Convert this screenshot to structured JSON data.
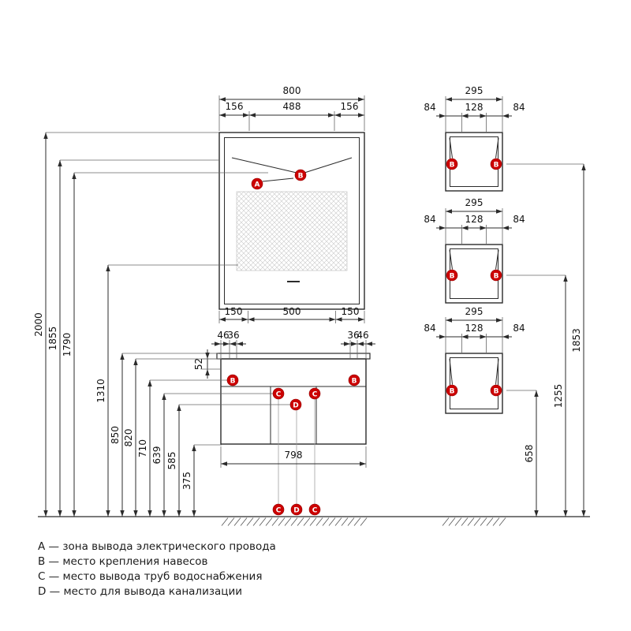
{
  "legend": [
    "A — зона вывода электрического провода",
    "B — место крепления навесов",
    "C — место вывода труб водоснабжения",
    "D — место для вывода канализации"
  ],
  "marker_letters": {
    "a": "A",
    "b": "B",
    "c": "C",
    "d": "D"
  },
  "dims": {
    "mirror_width": "800",
    "mirror_top": [
      "156",
      "488",
      "156"
    ],
    "mirror_bottom": [
      "150",
      "500",
      "150"
    ],
    "cabinet_top": [
      "46",
      "36",
      "36",
      "46"
    ],
    "cabinet_width": "798",
    "hanger_offset": "52",
    "left_chain": [
      "2000",
      "1855",
      "1790",
      "1310",
      "850",
      "820",
      "710",
      "639",
      "585",
      "375"
    ],
    "right_chain": [
      "1853",
      "1255",
      "658"
    ],
    "side_width": "295",
    "side_top": [
      "84",
      "128",
      "84"
    ]
  },
  "colors": {
    "marker": "#cc0000",
    "line": "#2b2b2b"
  }
}
